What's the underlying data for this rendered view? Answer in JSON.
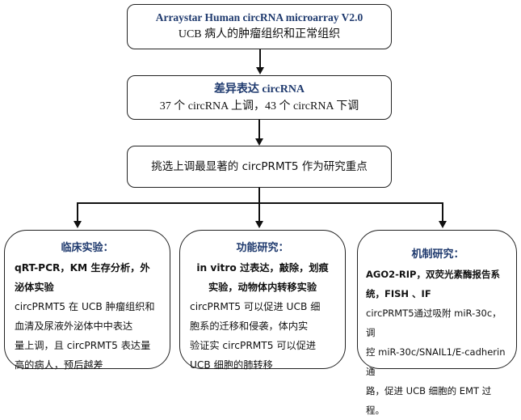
{
  "step1": {
    "title": "Arraystar Human circRNA microarray V2.0",
    "subtitle": "UCB 病人的肿瘤组织和正常组织"
  },
  "step2": {
    "title": "差异表达 circRNA",
    "subtitle": "37 个 circRNA 上调，43 个 circRNA 下调"
  },
  "step3": {
    "text": "挑选上调最显著的 circPRMT5 作为研究重点"
  },
  "branches": [
    {
      "title": "临床实验：",
      "methods": [
        "qRT-PCR，KM 生存分析，外",
        "泌体实验"
      ],
      "findings": [
        "circPRMT5 在 UCB 肿瘤组织和",
        "血清及尿液外泌体中中表达",
        "量上调，且 circPRMT5 表达量",
        "高的病人，预后越差"
      ]
    },
    {
      "title": "功能研究：",
      "methods": [
        "in vitro 过表达，敲除，划痕",
        "实验，动物体内转移实验"
      ],
      "findings": [
        "circPRMT5 可以促进 UCB 细",
        "胞系的迁移和侵袭，体内实",
        "验证实 circPRMT5 可以促进",
        "UCB 细胞的肺转移"
      ]
    },
    {
      "title": "机制研究：",
      "methods": [
        "AGO2-RIP，双荧光素酶报告系",
        "统，FISH 、IF"
      ],
      "findings": [
        "circPRMT5通过吸附 miR-30c，调",
        "控 miR-30c/SNAIL1/E-cadherin通",
        "路，促进 UCB 细胞的 EMT 过程。"
      ]
    }
  ]
}
